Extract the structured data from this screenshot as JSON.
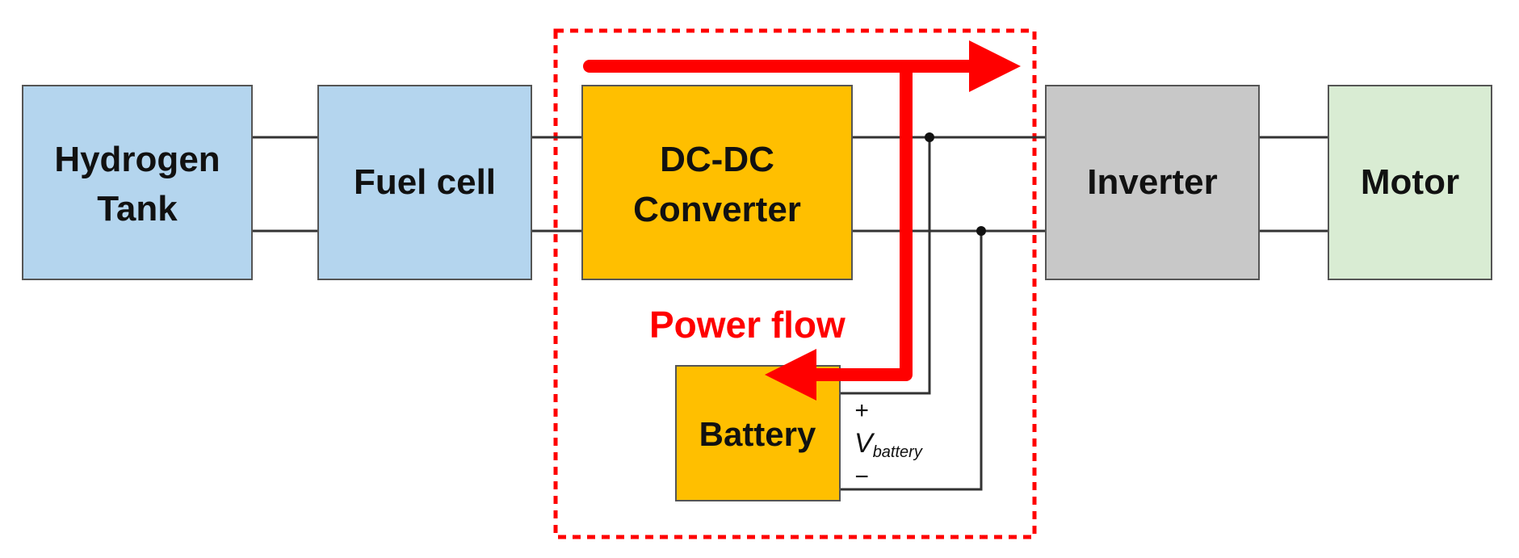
{
  "colors": {
    "tank": "#b4d5ee",
    "fuel_cell": "#b4d5ee",
    "converter": "#ffbf00",
    "battery": "#ffbf00",
    "inverter": "#c8c8c8",
    "motor": "#d9ecd3",
    "wire": "#333333",
    "power_flow": "#ff0000"
  },
  "blocks": {
    "tank_line1": "Hydrogen",
    "tank_line2": "Tank",
    "fuel_cell": "Fuel cell",
    "converter_line1": "DC-DC",
    "converter_line2": "Converter",
    "inverter": "Inverter",
    "motor": "Motor",
    "battery": "Battery"
  },
  "annotations": {
    "power_flow": "Power flow",
    "plus": "+",
    "minus": "−",
    "v_symbol": "V",
    "v_subscript": "battery"
  }
}
